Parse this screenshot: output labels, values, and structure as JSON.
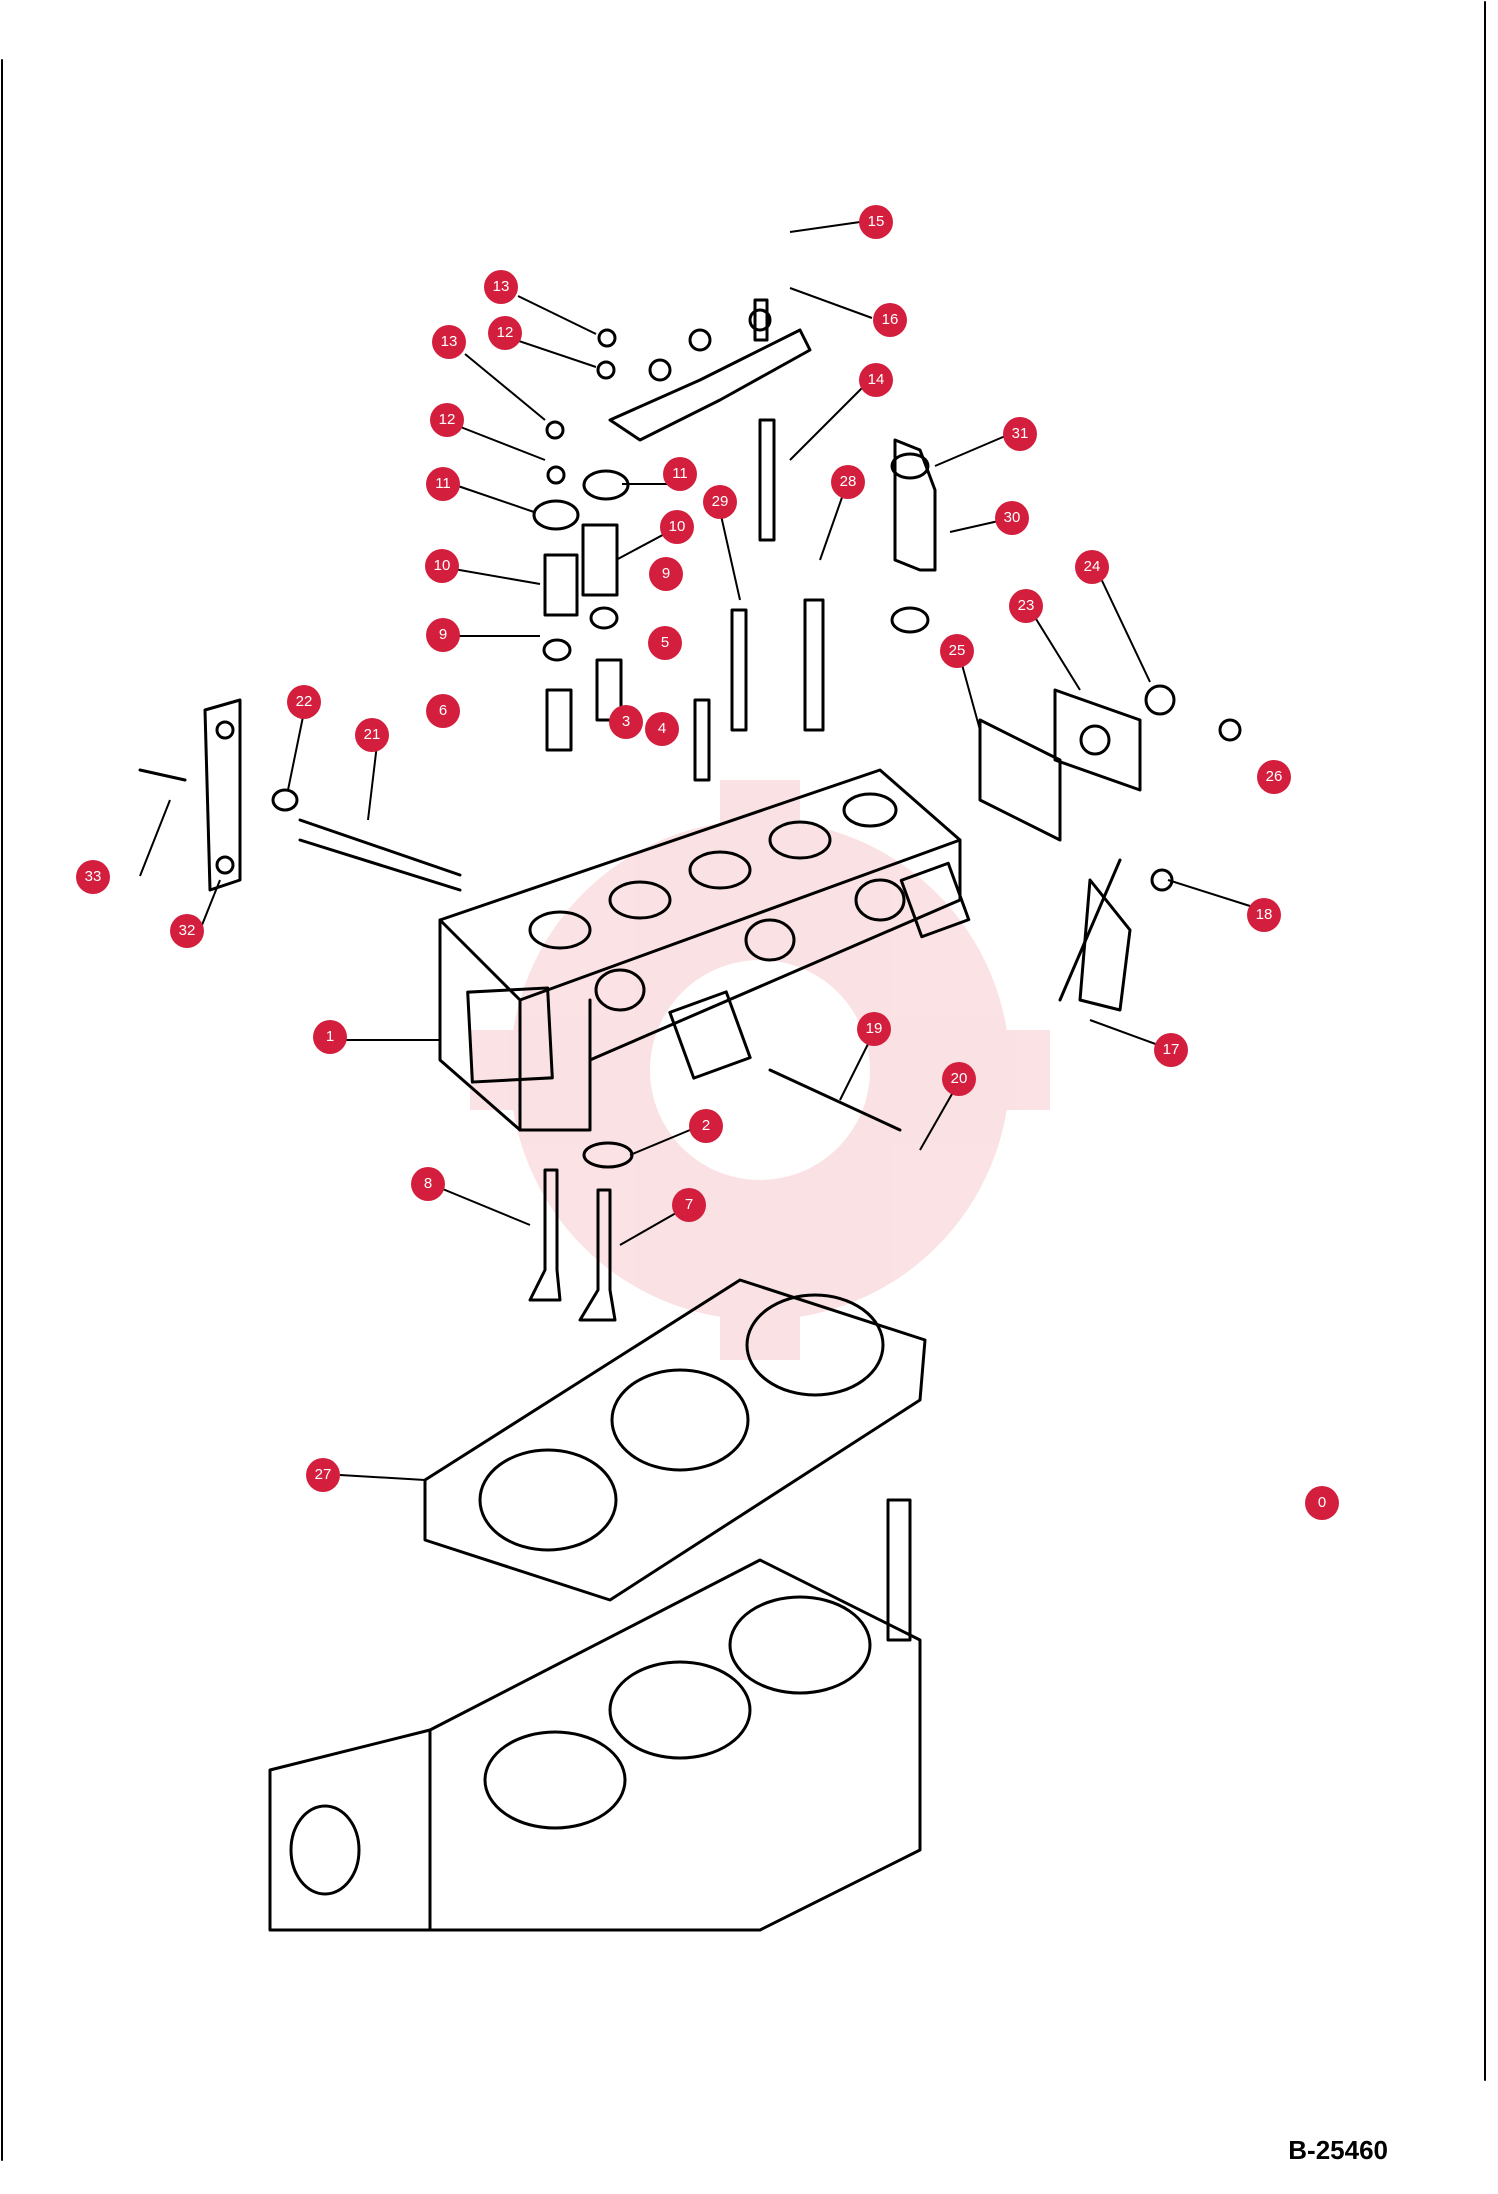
{
  "drawing_number": "B-25460",
  "callouts": [
    {
      "id": "c-15",
      "label": "15"
    },
    {
      "id": "c-16",
      "label": "16"
    },
    {
      "id": "c-13a",
      "label": "13"
    },
    {
      "id": "c-12a",
      "label": "12"
    },
    {
      "id": "c-13b",
      "label": "13"
    },
    {
      "id": "c-14",
      "label": "14"
    },
    {
      "id": "c-12b",
      "label": "12"
    },
    {
      "id": "c-31",
      "label": "31"
    },
    {
      "id": "c-11a",
      "label": "11"
    },
    {
      "id": "c-11b",
      "label": "11"
    },
    {
      "id": "c-28",
      "label": "28"
    },
    {
      "id": "c-29",
      "label": "29"
    },
    {
      "id": "c-10a",
      "label": "10"
    },
    {
      "id": "c-30",
      "label": "30"
    },
    {
      "id": "c-10b",
      "label": "10"
    },
    {
      "id": "c-9a",
      "label": "9"
    },
    {
      "id": "c-24",
      "label": "24"
    },
    {
      "id": "c-23",
      "label": "23"
    },
    {
      "id": "c-9b",
      "label": "9"
    },
    {
      "id": "c-5",
      "label": "5"
    },
    {
      "id": "c-25",
      "label": "25"
    },
    {
      "id": "c-22",
      "label": "22"
    },
    {
      "id": "c-6",
      "label": "6"
    },
    {
      "id": "c-3",
      "label": "3"
    },
    {
      "id": "c-21",
      "label": "21"
    },
    {
      "id": "c-4",
      "label": "4"
    },
    {
      "id": "c-26",
      "label": "26"
    },
    {
      "id": "c-33",
      "label": "33"
    },
    {
      "id": "c-18",
      "label": "18"
    },
    {
      "id": "c-32",
      "label": "32"
    },
    {
      "id": "c-1",
      "label": "1"
    },
    {
      "id": "c-19",
      "label": "19"
    },
    {
      "id": "c-17",
      "label": "17"
    },
    {
      "id": "c-20",
      "label": "20"
    },
    {
      "id": "c-2",
      "label": "2"
    },
    {
      "id": "c-8",
      "label": "8"
    },
    {
      "id": "c-7",
      "label": "7"
    },
    {
      "id": "c-27",
      "label": "27"
    },
    {
      "id": "c-0",
      "label": "0"
    }
  ]
}
